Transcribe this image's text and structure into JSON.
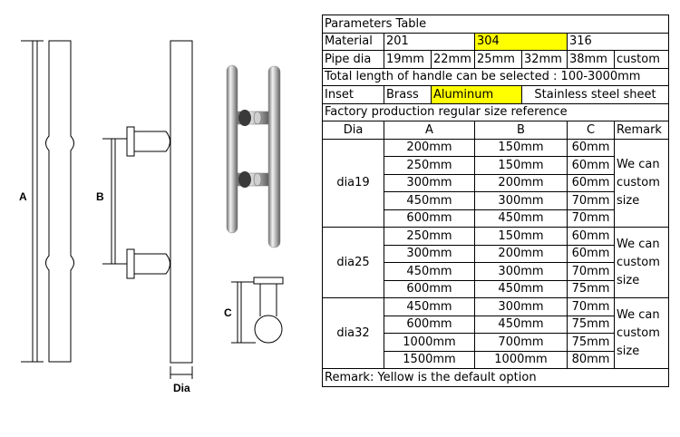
{
  "drawing": {
    "label_a": "A",
    "label_b": "B",
    "label_c": "C",
    "label_dia": "Dia",
    "colors": {
      "line": "#000000",
      "steel_light": "#e8e8e8",
      "steel_dark": "#7a7a7a"
    }
  },
  "table": {
    "title": "Parameters Table",
    "material": {
      "label": "Material",
      "options": [
        "201",
        "304",
        "316"
      ]
    },
    "pipe_dia": {
      "label": "Pipe dia",
      "options": [
        "19mm",
        "22mm",
        "25mm",
        "32mm",
        "38mm",
        "custom"
      ]
    },
    "total_length": "Total length of handle can be selected : 100-3000mm",
    "inset": {
      "label": "Inset",
      "options": [
        "Brass",
        "Aluminum",
        "Stainless steel sheet"
      ]
    },
    "factory_ref": "Factory production regular size reference",
    "headers": [
      "Dia",
      "A",
      "B",
      "C",
      "Remark"
    ],
    "groups": [
      {
        "dia": "dia19",
        "remark": "We can custom size",
        "rows": [
          [
            "200mm",
            "150mm",
            "60mm"
          ],
          [
            "250mm",
            "150mm",
            "60mm"
          ],
          [
            "300mm",
            "200mm",
            "60mm"
          ],
          [
            "450mm",
            "300mm",
            "70mm"
          ],
          [
            "600mm",
            "450mm",
            "70mm"
          ]
        ]
      },
      {
        "dia": "dia25",
        "remark": "We can custom size",
        "rows": [
          [
            "250mm",
            "150mm",
            "60mm"
          ],
          [
            "300mm",
            "200mm",
            "60mm"
          ],
          [
            "450mm",
            "300mm",
            "70mm"
          ],
          [
            "600mm",
            "450mm",
            "75mm"
          ]
        ]
      },
      {
        "dia": "dia32",
        "remark": "We can custom size",
        "rows": [
          [
            "450mm",
            "300mm",
            "70mm"
          ],
          [
            "600mm",
            "450mm",
            "75mm"
          ],
          [
            "1000mm",
            "700mm",
            "75mm"
          ],
          [
            "1500mm",
            "1000mm",
            "80mm"
          ]
        ]
      }
    ],
    "footer": "Remark: Yellow is the default option",
    "highlight_color": "#ffff00"
  }
}
